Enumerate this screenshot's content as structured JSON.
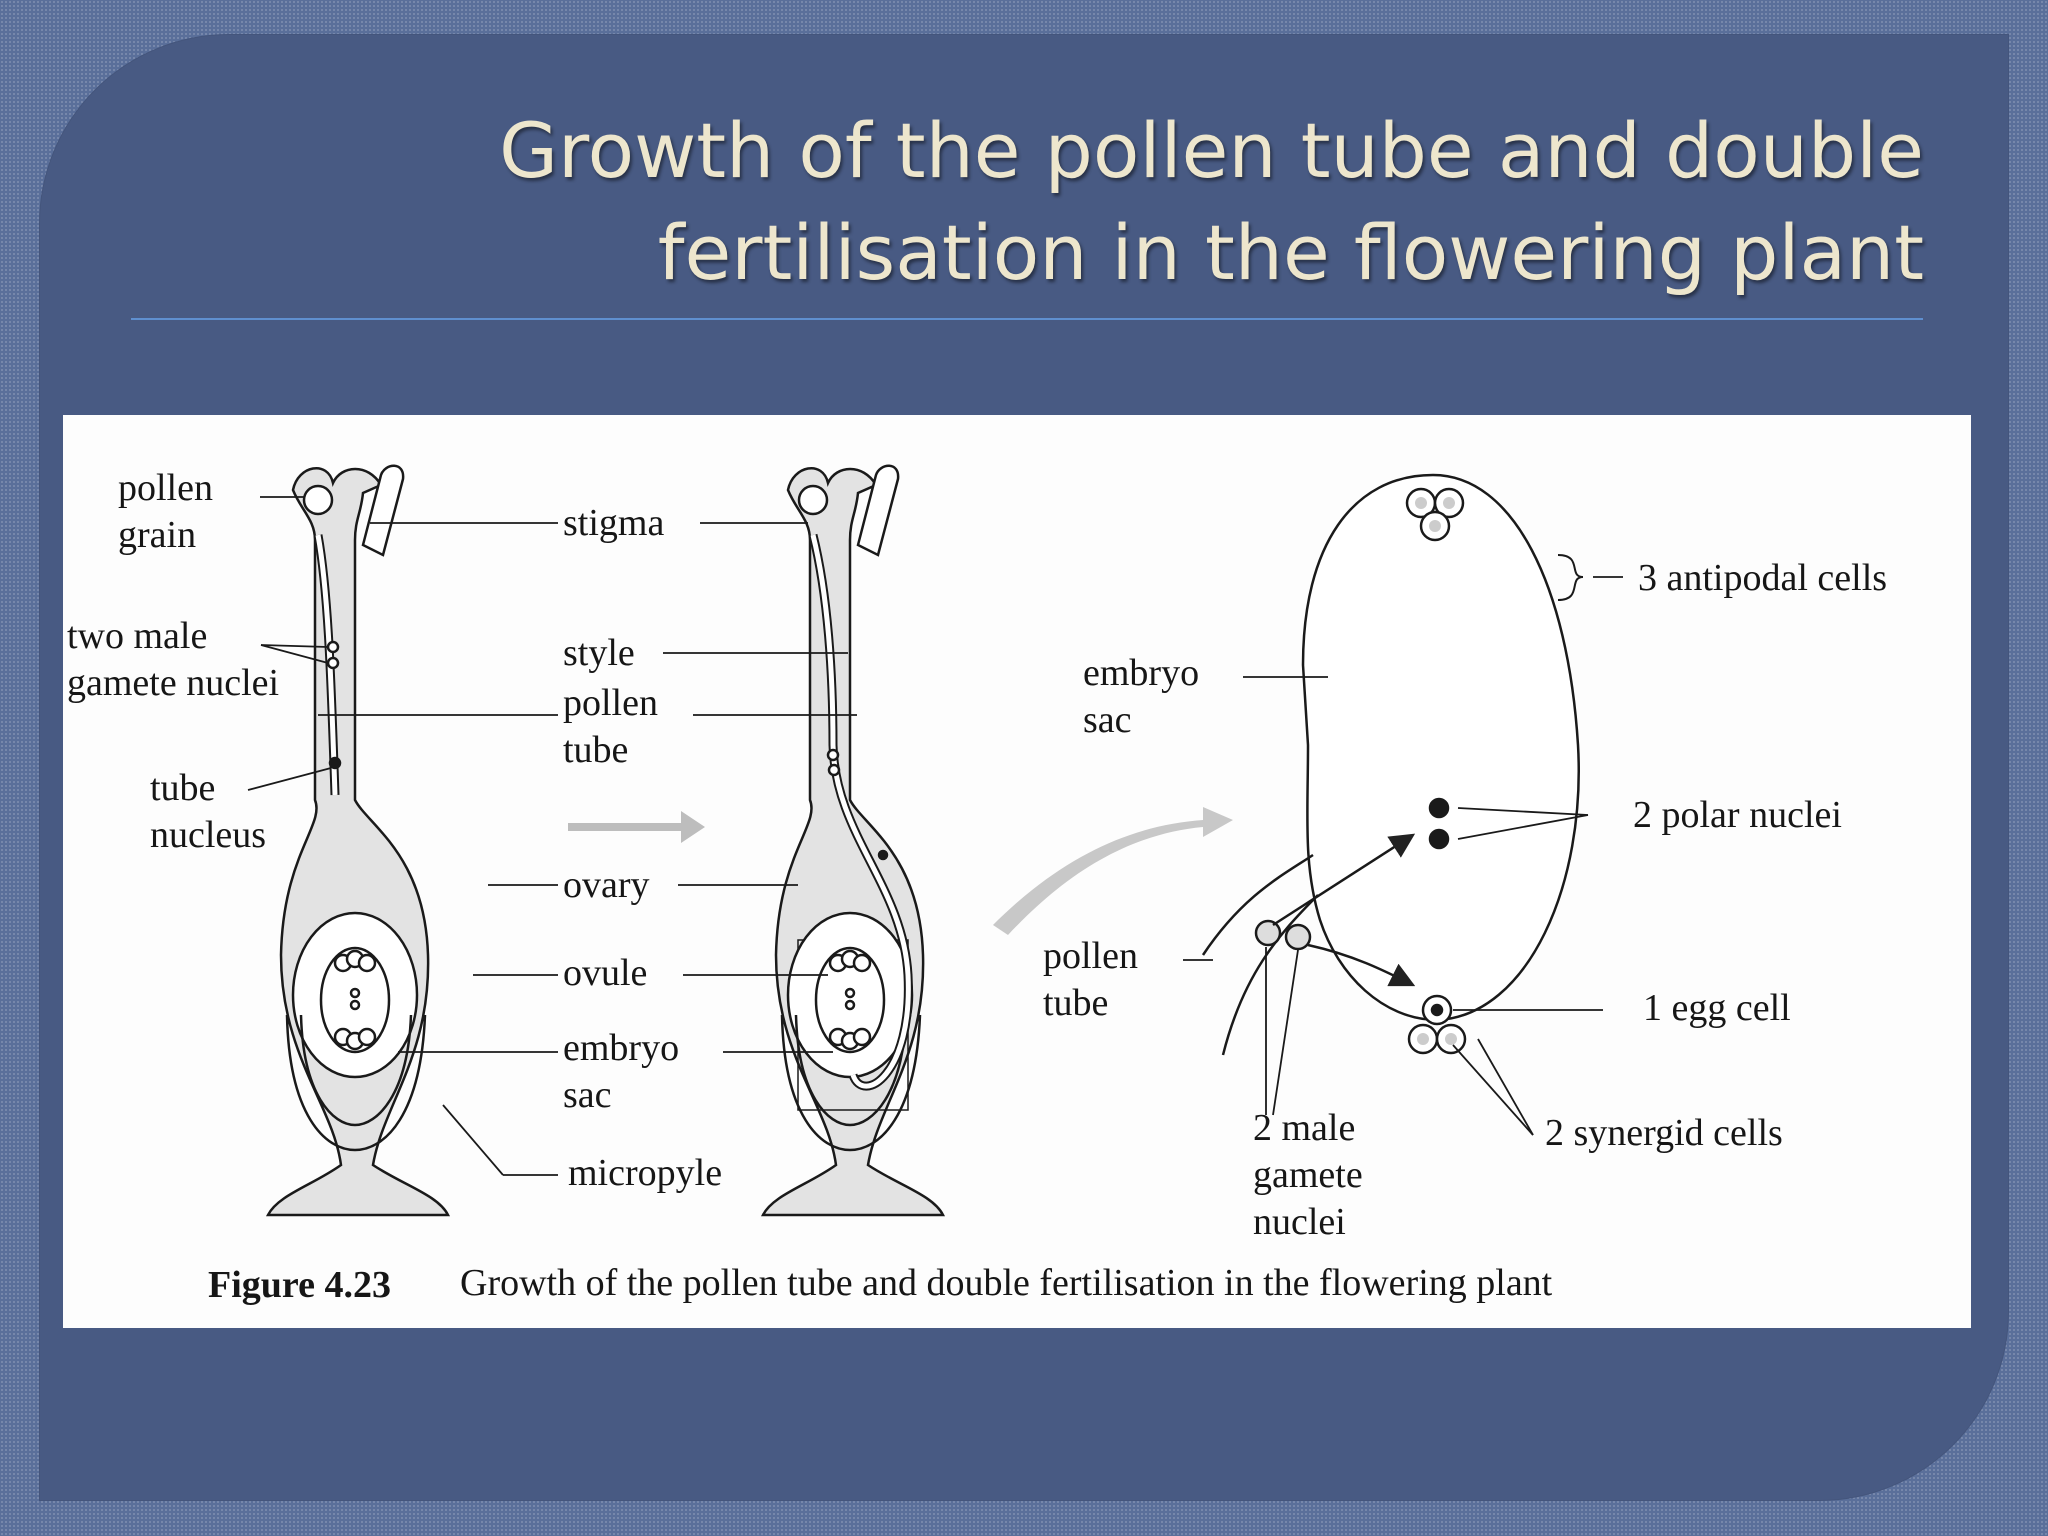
{
  "slide": {
    "title_line1": "Growth of the pollen tube and double",
    "title_line2": "fertilisation in the flowering plant"
  },
  "figure": {
    "left_labels": {
      "pollen_grain": [
        "pollen",
        "grain"
      ],
      "two_male_gamete_nuclei": [
        "two male",
        "gamete nuclei"
      ],
      "tube_nucleus": [
        "tube",
        "nucleus"
      ]
    },
    "center_labels": {
      "stigma": "stigma",
      "style": "style",
      "pollen_tube": [
        "pollen",
        "tube"
      ],
      "ovary": "ovary",
      "ovule": "ovule",
      "embryo_sac": [
        "embryo",
        "sac"
      ],
      "micropyle": "micropyle"
    },
    "right_labels": {
      "embryo_sac": [
        "embryo",
        "sac"
      ],
      "antipodal_cells": "3 antipodal cells",
      "polar_nuclei": "2 polar nuclei",
      "pollen_tube": [
        "pollen",
        "tube"
      ],
      "egg_cell": "1 egg cell",
      "male_gamete_nuclei": [
        "2 male",
        "gamete",
        "nuclei"
      ],
      "synergid_cells": "2 synergid cells"
    },
    "caption_number": "Figure 4.23",
    "caption_text": "Growth of the pollen tube and double fertilisation in the flowering plant"
  },
  "colors": {
    "background": "#5a6f9a",
    "panel": "#485a83",
    "title": "#ede6cd",
    "rule": "#5f8fcf",
    "figure_fill": "#e3e3e3"
  }
}
